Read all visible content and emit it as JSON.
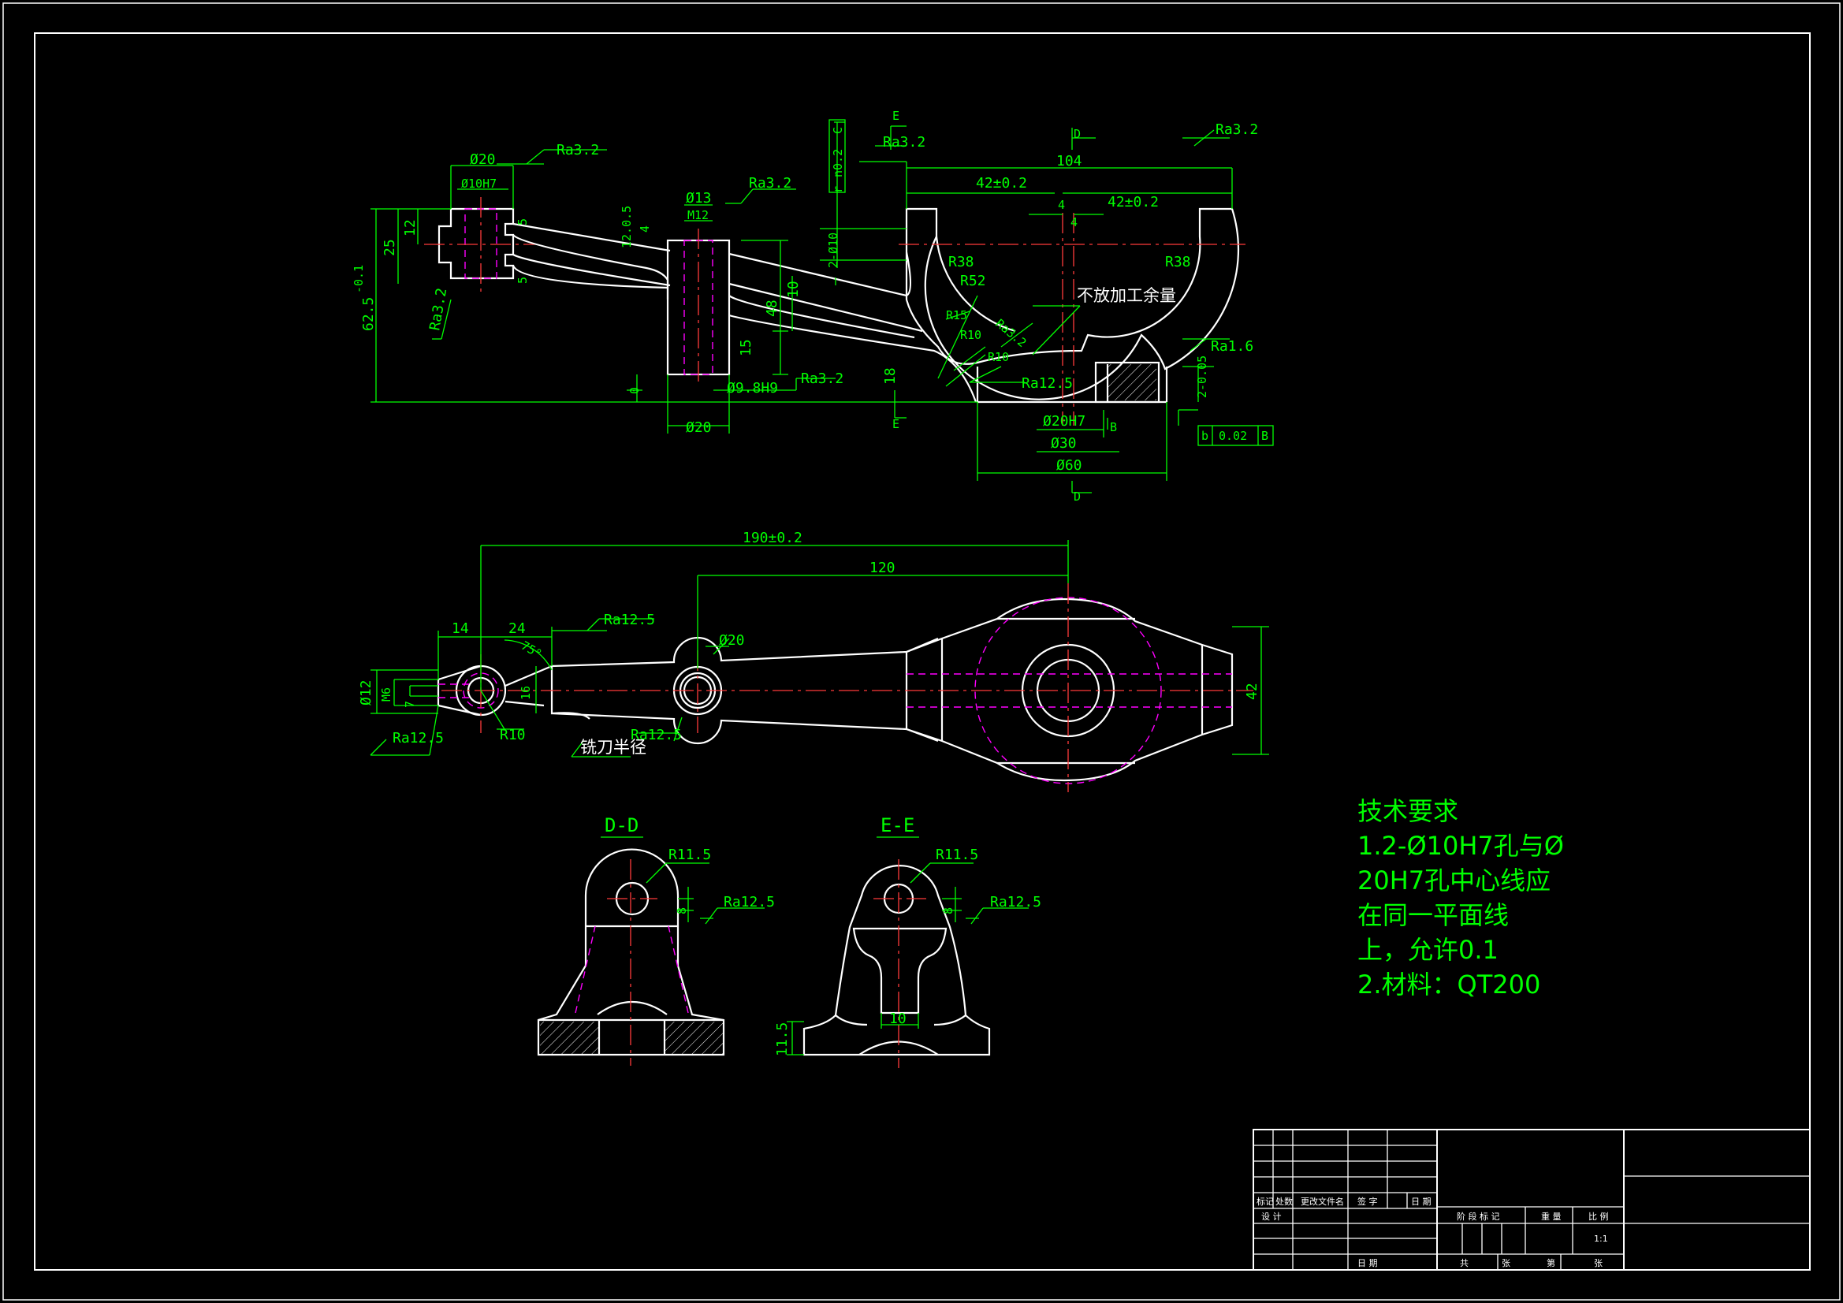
{
  "view_top": {
    "dims": {
      "d20_top": "Ø20",
      "d10h7": "Ø10H7",
      "ra32_a": "Ra3.2",
      "d13": "Ø13",
      "m12": "M12",
      "ra32_b": "Ra3.2",
      "d12": "12",
      "d25": "25",
      "d625": "62.5",
      "d625_tol": "-0.1",
      "ra32_left": "Ra3.2",
      "d5a": "5",
      "d5b": "5",
      "d12_05": "12.0.5",
      "d4a": "4",
      "d10": "10",
      "d48": "48",
      "d15": "15",
      "d09h9": "Ø9.8H9",
      "ra32_c": "Ra3.2",
      "d20_bot": "Ø20",
      "d0_tol": "0",
      "ftol": "r",
      "ftol_val": "n0.2",
      "ftol_ref": "C",
      "d2x10": "2-Ø10",
      "e_top": "E",
      "e_bot": "E",
      "ra32_e": "Ra3.2",
      "d_top": "D",
      "d_bot": "D",
      "ra32_right": "Ra3.2",
      "d104": "104",
      "d42a": "42±0.2",
      "d42b": "42±0.2",
      "d4b": "4",
      "d4c": "4",
      "r38a": "R38",
      "r52": "R52",
      "r38b": "R38",
      "r15": "R15",
      "r10a": "R10",
      "r10b": "R10",
      "ra32_f": "Ra3.2",
      "note": "不放加工余量",
      "ra16": "Ra1.6",
      "ra125": "Ra12.5",
      "d18": "18",
      "d2_tol": "2-0.05",
      "d20h7": "Ø20H7",
      "d30": "Ø30",
      "d60": "Ø60",
      "ref_b": "B",
      "gtol_sym": "b",
      "gtol_val": "0.02",
      "gtol_ref": "B"
    }
  },
  "view_plan": {
    "dims": {
      "d190": "190±0.2",
      "d120": "120",
      "d14": "14",
      "d24": "24",
      "d75": "75°",
      "ra125a": "Ra12.5",
      "d20": "Ø20",
      "d12": "Ø12",
      "m6": "M6",
      "d7": "7",
      "d16": "16",
      "r10": "R10",
      "ra125b": "Ra12.5",
      "ra125c": "Ra12.5",
      "cutter": "铣刀半径",
      "d42": "42"
    }
  },
  "section_dd": {
    "title": "D-D",
    "r": "R11.5",
    "d8": "8",
    "ra": "Ra12.5"
  },
  "section_ee": {
    "title": "E-E",
    "r": "R11.5",
    "d8": "8",
    "ra": "Ra12.5",
    "d10": "10",
    "d115": "11.5"
  },
  "tech_req": {
    "title": "技术要求",
    "lines": [
      "1.2-Ø10H7孔与Ø",
      "20H7孔中心线应",
      "在同一平面线",
      "上，允许0.1",
      "2.材料：QT200"
    ]
  },
  "title_block": {
    "mark": "标记",
    "count": "处数",
    "doc": "更改文件名",
    "sign": "签 字",
    "date": "日 期",
    "design": "设 计",
    "date2": "日 期",
    "stage": "阶 段 标 记",
    "weight": "重 量",
    "scale_label": "比 例",
    "scale": "1:1",
    "total": "共",
    "sheets": "张",
    "no": "第",
    "sheet": "张"
  }
}
